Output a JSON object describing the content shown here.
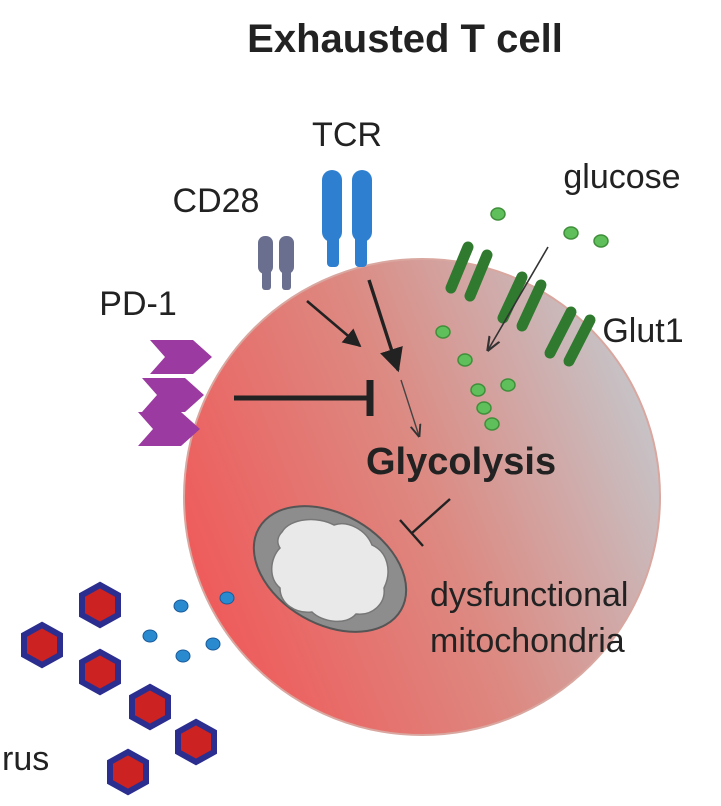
{
  "title": "Exhausted T cell",
  "labels": {
    "tcr": "TCR",
    "cd28": "CD28",
    "pd1": "PD-1",
    "glucose": "glucose",
    "glut1": "Glut1",
    "glycolysis": "Glycolysis",
    "mito_line1": "dysfunctional",
    "mito_line2": "mitochondria",
    "virus": "rus"
  },
  "colors": {
    "cell_left": "#ef5c5c",
    "cell_right": "#c3c7cc",
    "tcr": "#2f7fd0",
    "cd28": "#6b6f8f",
    "pd1": "#9b3aa0",
    "glut1": "#2f7a2f",
    "glucose": "#5fbf5a",
    "virus_outer": "#2b2e8f",
    "virus_inner": "#cc2222",
    "particle": "#2a8ad0",
    "mito_outer": "#8d8d8d",
    "mito_inner": "#e9e9e9"
  }
}
